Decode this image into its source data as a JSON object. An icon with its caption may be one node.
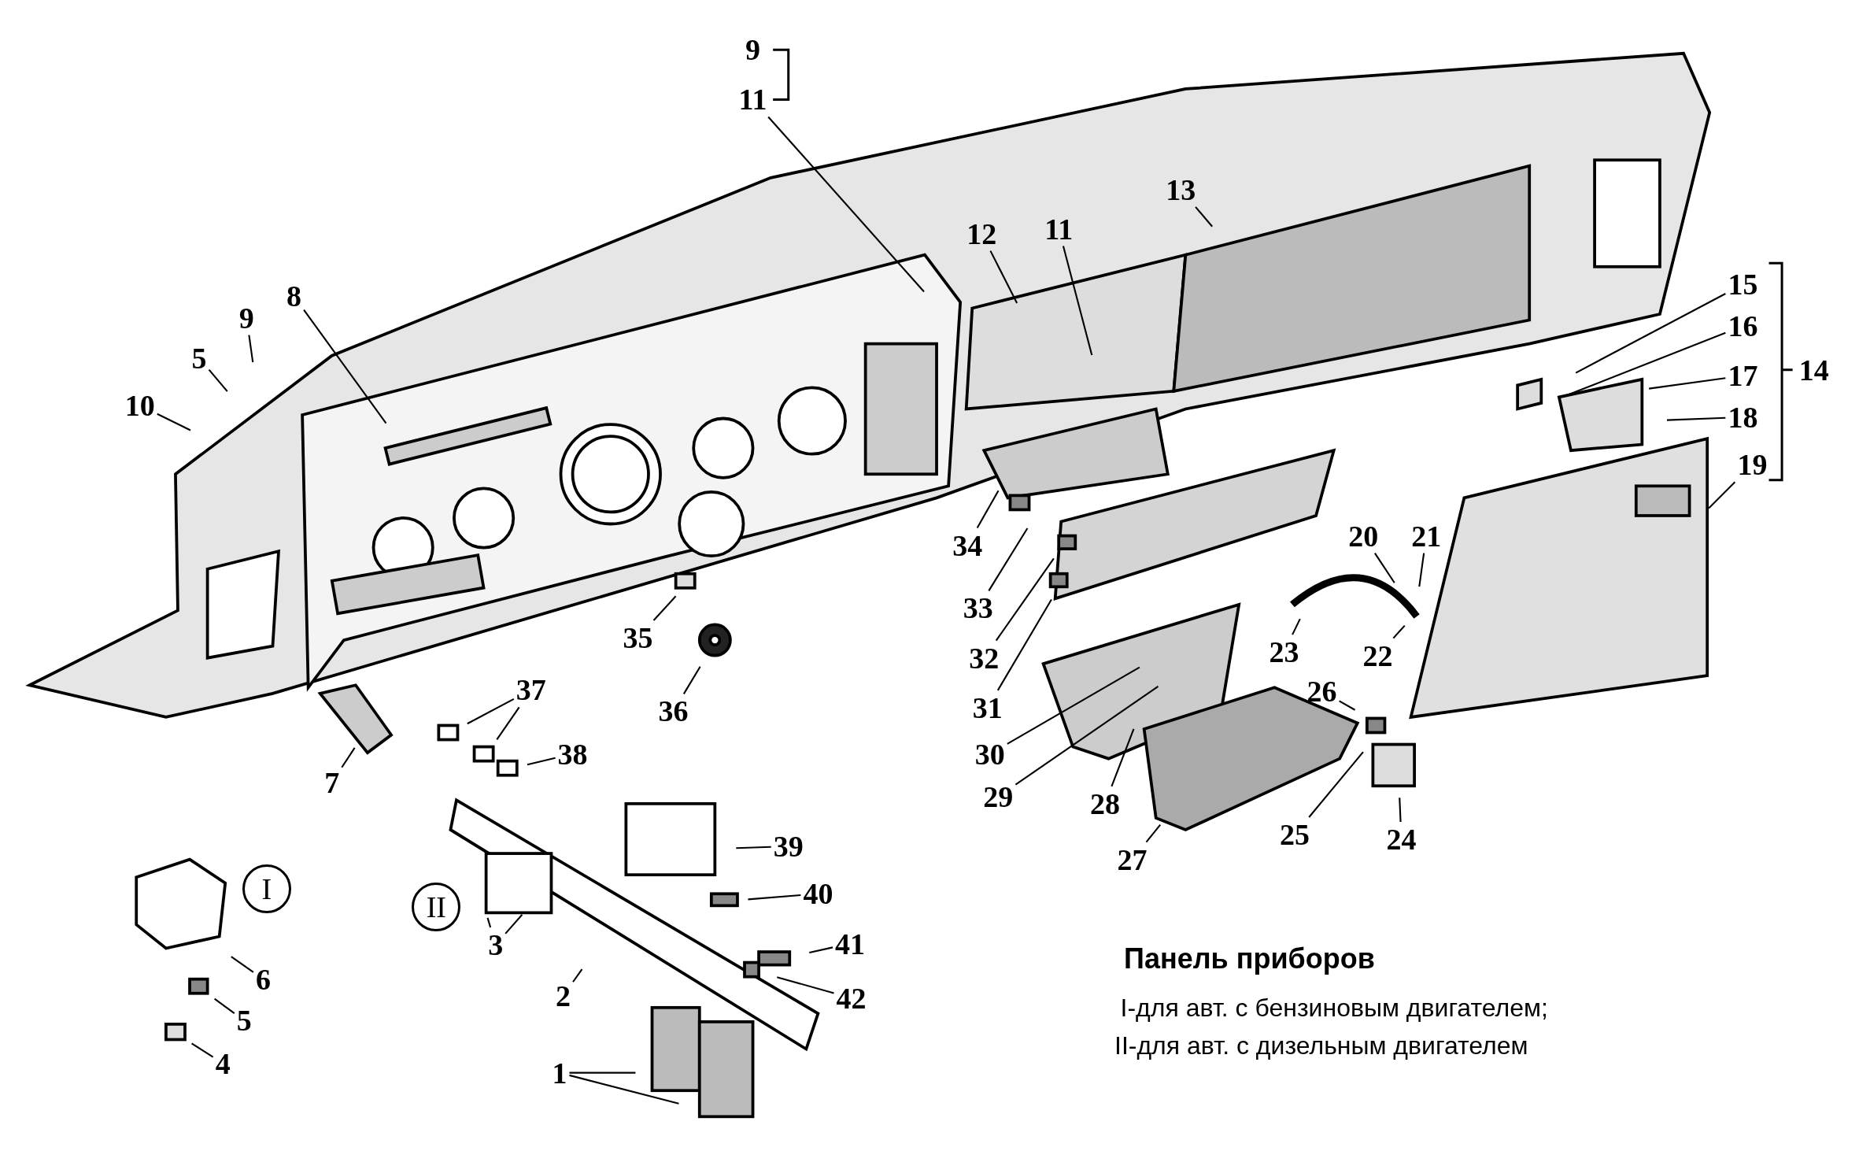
{
  "diagram": {
    "title": "Панель приборов",
    "nodes": [
      {
        "text": [
          "11"
        ]
      },
      {
        "text": [
          "13"
        ]
      },
      {
        "text": [
          "12"
        ]
      },
      {
        "text": [
          "11"
        ]
      },
      {
        "text": [
          "8"
        ]
      },
      {
        "text": [
          "9"
        ]
      },
      {
        "text": [
          "5"
        ]
      },
      {
        "text": [
          "10"
        ]
      },
      {
        "text": [
          "15"
        ]
      },
      {
        "text": [
          "16"
        ]
      },
      {
        "text": [
          "17"
        ]
      },
      {
        "text": [
          "18"
        ]
      },
      {
        "text": [
          "19"
        ]
      },
      {
        "text": [
          "20"
        ]
      },
      {
        "text": [
          "21"
        ]
      },
      {
        "text": [
          "34"
        ]
      },
      {
        "text": [
          "33"
        ]
      },
      {
        "text": [
          "23"
        ]
      },
      {
        "text": [
          "22"
        ]
      },
      {
        "text": [
          "35"
        ]
      },
      {
        "text": [
          "32"
        ]
      },
      {
        "text": [
          "37"
        ]
      },
      {
        "text": [
          "26"
        ]
      },
      {
        "text": [
          "36"
        ]
      },
      {
        "text": [
          "31"
        ]
      },
      {
        "text": [
          "38"
        ]
      },
      {
        "text": [
          "30"
        ]
      },
      {
        "text": [
          "7"
        ]
      },
      {
        "text": [
          "29"
        ]
      },
      {
        "text": [
          "28"
        ]
      },
      {
        "text": [
          "25"
        ]
      },
      {
        "text": [
          "24"
        ]
      },
      {
        "text": [
          "39"
        ]
      },
      {
        "text": [
          "27"
        ]
      },
      {
        "text": [
          "I"
        ]
      },
      {
        "text": [
          "40"
        ]
      },
      {
        "text": [
          "II"
        ]
      },
      {
        "text": [
          "3"
        ]
      },
      {
        "text": [
          "41"
        ]
      },
      {
        "text": [
          "6"
        ]
      },
      {
        "text": [
          "2"
        ]
      },
      {
        "text": [
          "42"
        ]
      },
      {
        "text": [
          "5"
        ]
      },
      {
        "text": [
          "4"
        ]
      },
      {
        "text": [
          "1"
        ]
      }
    ],
    "edges": [
      {
        "from": 0,
        "to": null,
        "arrow": "none"
      },
      {
        "from": 1,
        "to": null,
        "arrow": "none"
      },
      {
        "from": 2,
        "to": null,
        "arrow": "none"
      },
      {
        "from": 3,
        "to": null,
        "arrow": "none"
      },
      {
        "from": 4,
        "to": null,
        "arrow": "none"
      },
      {
        "from": 5,
        "to": null,
        "arrow": "none"
      },
      {
        "from": 6,
        "to": null,
        "arrow": "none"
      },
      {
        "from": 7,
        "to": null,
        "arrow": "none"
      },
      {
        "from": 8,
        "to": null,
        "arrow": "none"
      },
      {
        "from": 9,
        "to": null,
        "arrow": "none"
      },
      {
        "from": 10,
        "to": null,
        "arrow": "none"
      },
      {
        "from": 11,
        "to": null,
        "arrow": "none"
      },
      {
        "from": 12,
        "to": null,
        "arrow": "none"
      },
      {
        "from": 13,
        "to": null,
        "arrow": "none"
      },
      {
        "from": 14,
        "to": null,
        "arrow": "none"
      },
      {
        "from": 15,
        "to": null,
        "arrow": "none"
      },
      {
        "from": 16,
        "to": null,
        "arrow": "none"
      },
      {
        "from": 17,
        "to": null,
        "arrow": "none"
      },
      {
        "from": 18,
        "to": null,
        "arrow": "none"
      },
      {
        "from": 19,
        "to": null,
        "arrow": "none"
      },
      {
        "from": 20,
        "to": null,
        "arrow": "none"
      },
      {
        "from": 21,
        "to": null,
        "arrow": "none"
      },
      {
        "from": 21,
        "to": null,
        "arrow": "none"
      },
      {
        "from": 22,
        "to": null,
        "arrow": "none"
      },
      {
        "from": 23,
        "to": null,
        "arrow": "none"
      },
      {
        "from": 24,
        "to": null,
        "arrow": "none"
      },
      {
        "from": 25,
        "to": null,
        "arrow": "none"
      },
      {
        "from": 26,
        "to": null,
        "arrow": "none"
      },
      {
        "from": 27,
        "to": null,
        "arrow": "none"
      },
      {
        "from": 28,
        "to": null,
        "arrow": "none"
      },
      {
        "from": 29,
        "to": null,
        "arrow": "none"
      },
      {
        "from": 30,
        "to": null,
        "arrow": "none"
      },
      {
        "from": 31,
        "to": null,
        "arrow": "none"
      },
      {
        "from": 32,
        "to": null,
        "arrow": "none"
      },
      {
        "from": 33,
        "to": null,
        "arrow": "none"
      },
      {
        "from": 35,
        "to": null,
        "arrow": "none"
      },
      {
        "from": 37,
        "to": null,
        "arrow": "none"
      },
      {
        "from": 37,
        "to": null,
        "arrow": "none"
      },
      {
        "from": 38,
        "to": null,
        "arrow": "none"
      },
      {
        "from": 39,
        "to": null,
        "arrow": "none"
      },
      {
        "from": 40,
        "to": null,
        "arrow": "none"
      },
      {
        "from": 41,
        "to": null,
        "arrow": "none"
      },
      {
        "from": 42,
        "to": null,
        "arrow": "none"
      },
      {
        "from": 43,
        "to": null,
        "arrow": "none"
      },
      {
        "from": 44,
        "to": null,
        "arrow": "none"
      },
      {
        "from": 44,
        "to": null,
        "arrow": "none"
      }
    ],
    "labels": [
      "9",
      "14",
      "I-для авт. с бензиновым двигателем;",
      "II-для авт. с дизельным двигателем"
    ]
  }
}
